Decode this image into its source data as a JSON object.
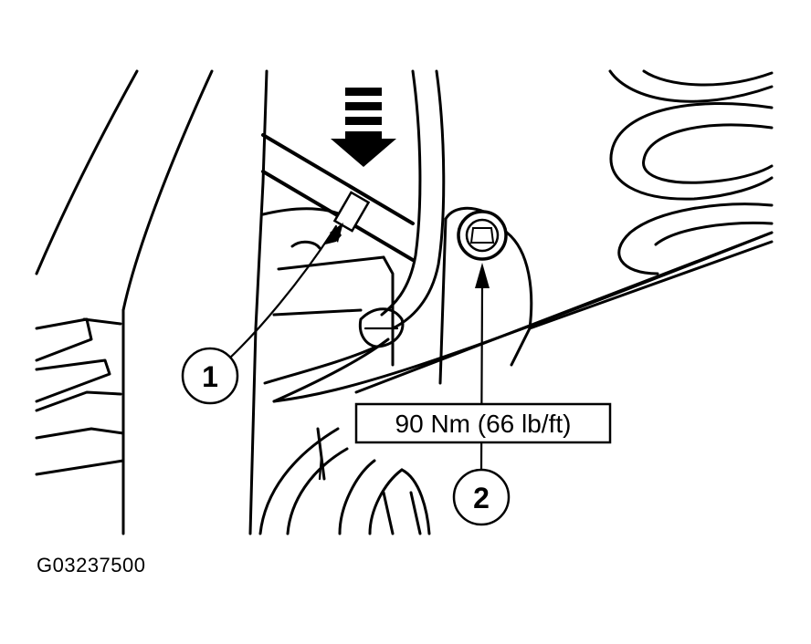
{
  "figure": {
    "callouts": [
      {
        "id": "1",
        "label": "1"
      },
      {
        "id": "2",
        "label": "2"
      }
    ],
    "torque_spec": "90 Nm (66 lb/ft)",
    "figure_code": "G03237500",
    "icons": [
      "push-direction-arrow-icon",
      "bolt-icon",
      "clip-icon"
    ],
    "colors": {
      "ink": "#000000",
      "paper": "#ffffff"
    }
  }
}
